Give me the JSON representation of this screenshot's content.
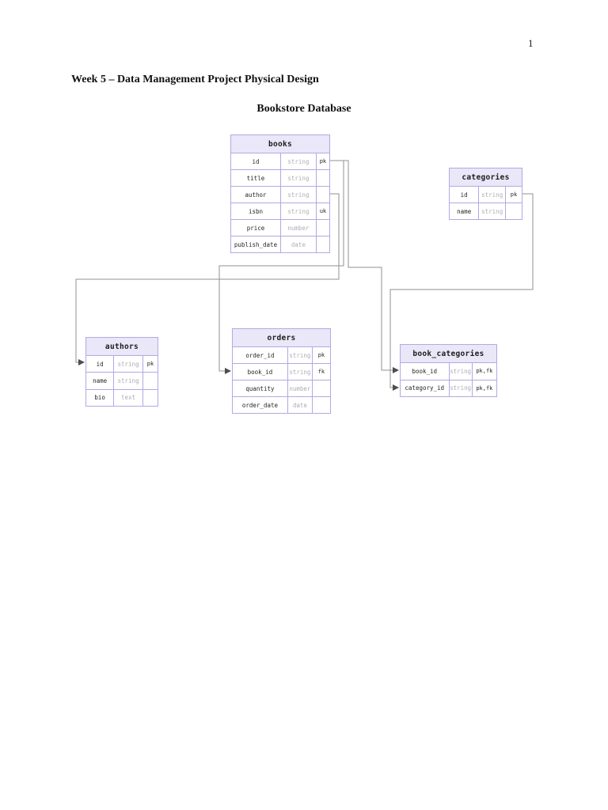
{
  "page": {
    "page_number": "1",
    "heading": "Week 5 – Data Management Project Physical Design",
    "subheading": "Bookstore Database"
  },
  "colors": {
    "table_border": "#b4a8e4",
    "table_header_bg": "#e9e7f8",
    "field_type_text": "#aeacb8",
    "field_name_text": "#262626",
    "connector_line": "#909090",
    "connector_arrow": "#4d4d4d"
  },
  "diagram": {
    "entities": [
      {
        "name": "books",
        "fields": [
          {
            "name": "id",
            "type": "string",
            "key": "pk"
          },
          {
            "name": "title",
            "type": "string",
            "key": ""
          },
          {
            "name": "author",
            "type": "string",
            "key": ""
          },
          {
            "name": "isbn",
            "type": "string",
            "key": "uk"
          },
          {
            "name": "price",
            "type": "number",
            "key": ""
          },
          {
            "name": "publish_date",
            "type": "date",
            "key": ""
          }
        ]
      },
      {
        "name": "categories",
        "fields": [
          {
            "name": "id",
            "type": "string",
            "key": "pk"
          },
          {
            "name": "name",
            "type": "string",
            "key": ""
          }
        ]
      },
      {
        "name": "authors",
        "fields": [
          {
            "name": "id",
            "type": "string",
            "key": "pk"
          },
          {
            "name": "name",
            "type": "string",
            "key": ""
          },
          {
            "name": "bio",
            "type": "text",
            "key": ""
          }
        ]
      },
      {
        "name": "orders",
        "fields": [
          {
            "name": "order_id",
            "type": "string",
            "key": "pk"
          },
          {
            "name": "book_id",
            "type": "string",
            "key": "fk"
          },
          {
            "name": "quantity",
            "type": "number",
            "key": ""
          },
          {
            "name": "order_date",
            "type": "date",
            "key": ""
          }
        ]
      },
      {
        "name": "book_categories",
        "fields": [
          {
            "name": "book_id",
            "type": "string",
            "key": "pk,fk"
          },
          {
            "name": "category_id",
            "type": "string",
            "key": "pk,fk"
          }
        ]
      }
    ],
    "relationships": [
      {
        "from": "books.id",
        "to": "orders.book_id"
      },
      {
        "from": "books.id",
        "to": "book_categories.book_id"
      },
      {
        "from": "books.author",
        "to": "authors.id"
      },
      {
        "from": "categories.id",
        "to": "book_categories.category_id"
      }
    ]
  }
}
